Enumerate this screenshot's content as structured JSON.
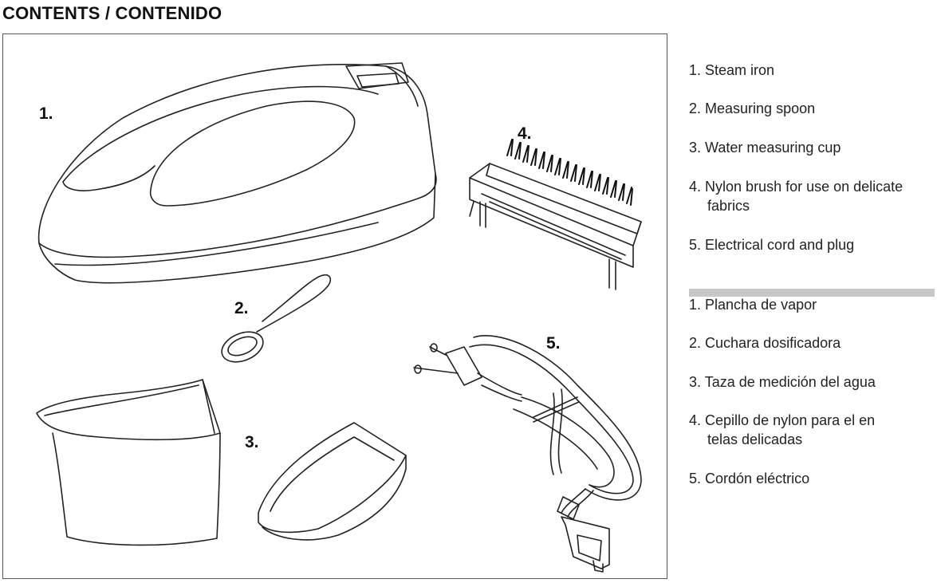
{
  "page": {
    "title": "CONTENTS / CONTENIDO"
  },
  "figure": {
    "labels": [
      "1.",
      "2.",
      "3.",
      "4.",
      "5."
    ]
  },
  "list_en": [
    {
      "n": "1.",
      "text": "Steam iron"
    },
    {
      "n": "2.",
      "text": "Measuring spoon"
    },
    {
      "n": "3.",
      "text": "Water measuring cup"
    },
    {
      "n": "4.",
      "text": "Nylon brush for use on delicate",
      "text2": "fabrics"
    },
    {
      "n": "5.",
      "text": "Electrical cord and plug"
    }
  ],
  "list_es": [
    {
      "n": "1.",
      "text": "Plancha de vapor"
    },
    {
      "n": "2.",
      "text": "Cuchara dosificadora"
    },
    {
      "n": "3.",
      "text": "Taza de medición del agua"
    },
    {
      "n": "4.",
      "text": "Cepillo de nylon para el en",
      "text2": "telas delicadas"
    },
    {
      "n": "5.",
      "text": "Cordón eléctrico"
    }
  ]
}
